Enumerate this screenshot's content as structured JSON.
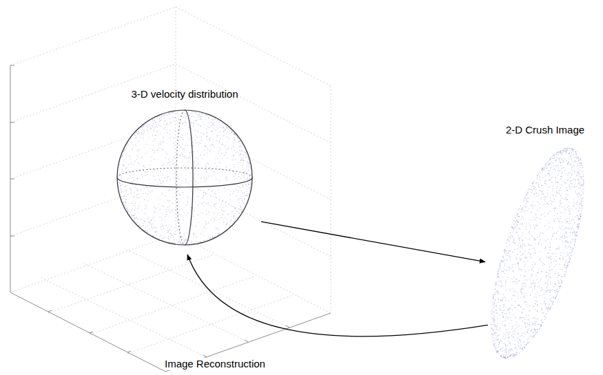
{
  "diagram": {
    "nodes": [
      {
        "text": [
          "3-D velocity distribution"
        ]
      },
      {
        "text": [
          "2-D Crush Image"
        ]
      }
    ],
    "edges": [
      {
        "from": 0,
        "to": 1,
        "arrow": "to"
      },
      {
        "from": 1,
        "to": 0,
        "label": "Image Reconstruction",
        "arrow": "to"
      }
    ]
  }
}
